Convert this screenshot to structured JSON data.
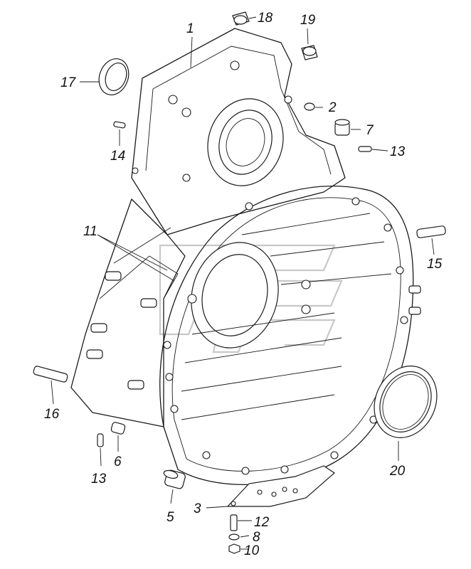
{
  "callouts": [
    {
      "id": "1",
      "label": "1"
    },
    {
      "id": "2",
      "label": "2"
    },
    {
      "id": "3",
      "label": "3"
    },
    {
      "id": "5",
      "label": "5"
    },
    {
      "id": "6",
      "label": "6"
    },
    {
      "id": "7",
      "label": "7"
    },
    {
      "id": "8",
      "label": "8"
    },
    {
      "id": "10",
      "label": "10"
    },
    {
      "id": "11",
      "label": "11"
    },
    {
      "id": "12",
      "label": "12"
    },
    {
      "id": "13a",
      "label": "13"
    },
    {
      "id": "13b",
      "label": "13"
    },
    {
      "id": "14",
      "label": "14"
    },
    {
      "id": "15",
      "label": "15"
    },
    {
      "id": "16",
      "label": "16"
    },
    {
      "id": "17",
      "label": "17"
    },
    {
      "id": "18",
      "label": "18"
    },
    {
      "id": "19",
      "label": "19"
    },
    {
      "id": "20",
      "label": "20"
    }
  ],
  "colors": {
    "ink": "#1a1a1a",
    "background": "#ffffff",
    "watermark": "#c8c8c8"
  }
}
